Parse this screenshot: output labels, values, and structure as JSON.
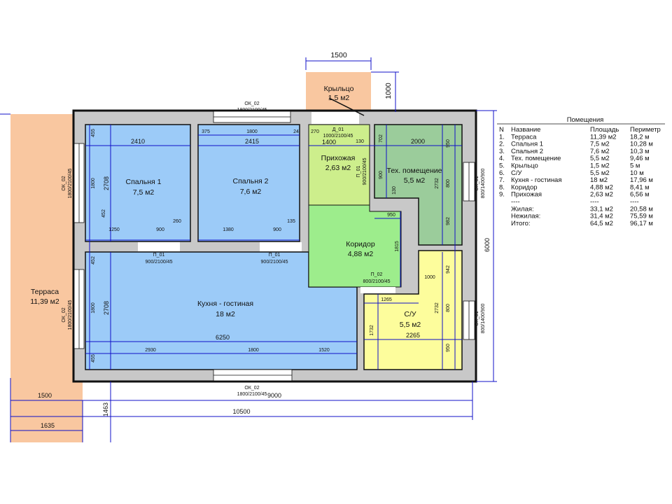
{
  "colors": {
    "terrace": "#f9c7a0",
    "bedroom": "#9ccbf8",
    "hall": "#cdee8c",
    "corridor": "#9ded8c",
    "tech": "#9bcc9b",
    "wc": "#fdfd9c",
    "wall": "#c8c8c8",
    "dim": "#1010c8"
  },
  "rooms": {
    "terrace": {
      "name": "Терраса",
      "area": "11,39 м2"
    },
    "porch": {
      "name": "Крыльцо",
      "area": "1,5 м2"
    },
    "bedroom1": {
      "name": "Спальня 1",
      "area": "7,5 м2"
    },
    "bedroom2": {
      "name": "Спальня 2",
      "area": "7,6 м2"
    },
    "hall": {
      "name": "Прихожая",
      "area": "2,63 м2"
    },
    "tech": {
      "name": "Тех. помещение",
      "area": "5,5 м2"
    },
    "corridor": {
      "name": "Коридор",
      "area": "4,88 м2"
    },
    "kitchen": {
      "name": "Кухня - гостиная",
      "area": "18 м2"
    },
    "wc": {
      "name": "С/У",
      "area": "5,5 м2"
    }
  },
  "openings": {
    "ok02": "ОК_02",
    "ok02_size": "1800/2100/45",
    "ok01": "ОК_01",
    "ok01_size": "800/1400/900",
    "p01": "П_01",
    "p01_size": "900/2100/45",
    "p02": "П_02",
    "p02_size": "800/2100/45",
    "d01": "Д_01",
    "d01_size": "1000/2100/45"
  },
  "dims": {
    "porch_w": "1500",
    "porch_h": "1000",
    "b1_w": "2410",
    "b1_455": "455",
    "b1_1800": "1800",
    "b1_2708": "2708",
    "b1_452": "452",
    "b1_1250": "1250",
    "b1_900": "900",
    "b1_260": "260",
    "b2_375": "375",
    "b2_1800": "1800",
    "b2_24": "24",
    "b2_w": "2415",
    "b2_1380": "1380",
    "b2_900": "900",
    "b2_135": "135",
    "h_270": "270",
    "h_1400": "1400",
    "h_130": "130",
    "t_702": "702",
    "t_2000": "2000",
    "t_900": "900",
    "t_130": "130",
    "t_950": "950",
    "t_2732": "2732",
    "t_800": "800",
    "t_982": "982",
    "c_950": "950",
    "c_1815": "1815",
    "c_1000": "1000",
    "w_1265": "1265",
    "w_942": "942",
    "w_2732": "2732",
    "w_800": "800",
    "w_950": "950",
    "w_1732": "1732",
    "w_2265": "2265",
    "total_h": "6000",
    "k_452": "452",
    "k_1800": "1800",
    "k_2708": "2708",
    "k_455": "455",
    "k_6250": "6250",
    "k_2930": "2930",
    "k_1800b": "1800",
    "k_1520": "1520",
    "bottom_9000": "9000",
    "bottom_1500": "1500",
    "bottom_10500": "10500",
    "bottom_1463": "1463",
    "bottom_1635": "1635"
  },
  "table": {
    "title": "Помещения",
    "headers": [
      "N",
      "Название",
      "Площадь",
      "Периметр"
    ],
    "rows": [
      [
        "1.",
        "Терраса",
        "11,39 м2",
        "18,2 м"
      ],
      [
        "2.",
        "Спальня 1",
        "7,5 м2",
        "10,28 м"
      ],
      [
        "3.",
        "Спальня 2",
        "7,6 м2",
        "10,3 м"
      ],
      [
        "4.",
        "Тех. помещение",
        "5,5 м2",
        "9,46 м"
      ],
      [
        "5.",
        "Крыльцо",
        "1,5 м2",
        "5 м"
      ],
      [
        "6.",
        "С/У",
        "5,5 м2",
        "10 м"
      ],
      [
        "7.",
        "Кухня - гостиная",
        "18 м2",
        "17,96 м"
      ],
      [
        "8.",
        "Коридор",
        "4,88 м2",
        "8,41 м"
      ],
      [
        "9.",
        "Прихожая",
        "2,63 м2",
        "6,56 м"
      ]
    ],
    "separator": "----",
    "totals": [
      [
        "Жилая:",
        "33,1 м2",
        "20,58 м"
      ],
      [
        "Нежилая:",
        "31,4 м2",
        "75,59 м"
      ],
      [
        "Итого:",
        "64,5 м2",
        "96,17 м"
      ]
    ]
  }
}
